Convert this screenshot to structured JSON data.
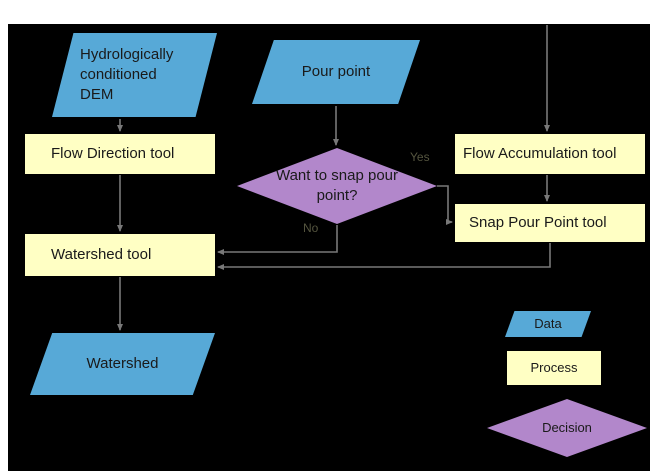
{
  "diagram": {
    "nodes": {
      "dem": {
        "label": "Hydrologically conditioned DEM",
        "type": "data"
      },
      "pour_point": {
        "label": "Pour point",
        "type": "data"
      },
      "flow_direction": {
        "label": "Flow Direction tool",
        "type": "process"
      },
      "flow_accumulation": {
        "label": "Flow Accumulation tool",
        "type": "process"
      },
      "snap_pour_point": {
        "label": "Snap Pour Point tool",
        "type": "process"
      },
      "decision": {
        "label": "Want to snap pour point?",
        "type": "decision"
      },
      "watershed_tool": {
        "label": "Watershed tool",
        "type": "process"
      },
      "watershed": {
        "label": "Watershed",
        "type": "data"
      }
    },
    "edge_labels": {
      "yes": "Yes",
      "no": "No"
    },
    "legend": {
      "data": "Data",
      "process": "Process",
      "decision": "Decision"
    },
    "colors": {
      "data_fill": "#57a9d7",
      "process_fill": "#ffffc4",
      "decision_fill": "#b287cb",
      "connector": "#787878",
      "canvas": "#000000",
      "label": "#1a1a1a",
      "edge_label": "#55553f"
    }
  }
}
